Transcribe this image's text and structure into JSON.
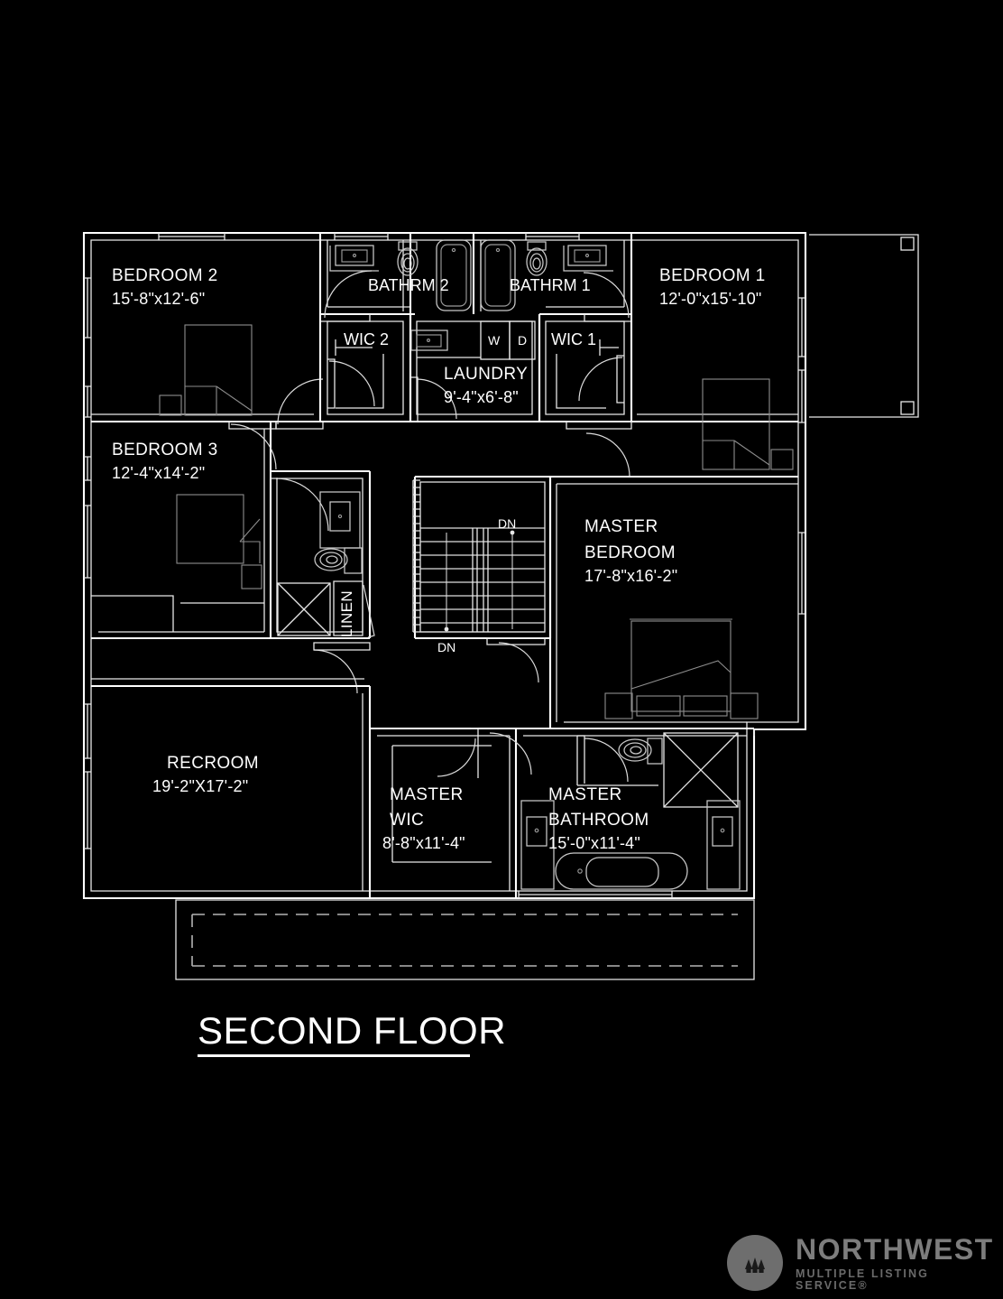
{
  "document": {
    "title": "SECOND FLOOR",
    "type": "architectural-floor-plan",
    "background_color": "#000000",
    "line_color": "#ffffff"
  },
  "rooms": [
    {
      "id": "bedroom2",
      "label": "BEDROOM  2",
      "dimensions": "15'-8\"x12'-6\""
    },
    {
      "id": "bedroom1",
      "label": "BEDROOM  1",
      "dimensions": "12'-0\"x15'-10\""
    },
    {
      "id": "bedroom3",
      "label": "BEDROOM  3",
      "dimensions": "12'-4\"x14'-2\""
    },
    {
      "id": "bathrm2",
      "label": "BATHRM  2",
      "dimensions": ""
    },
    {
      "id": "bathrm1",
      "label": "BATHRM  1",
      "dimensions": ""
    },
    {
      "id": "wic2",
      "label": "WIC 2",
      "dimensions": ""
    },
    {
      "id": "wic1",
      "label": "WIC 1",
      "dimensions": ""
    },
    {
      "id": "laundry",
      "label": "LAUNDRY",
      "dimensions": "9'-4\"x6'-8\""
    },
    {
      "id": "master-bedroom",
      "label": "MASTER BEDROOM",
      "dimensions": "17'-8\"x16'-2\""
    },
    {
      "id": "recroom",
      "label": "RECROOM",
      "dimensions": "19'-2\"X17'-2\""
    },
    {
      "id": "master-wic",
      "label": "MASTER WIC",
      "dimensions": "8'-8\"x11'-4\""
    },
    {
      "id": "master-bathroom",
      "label": "MASTER BATHROOM",
      "dimensions": "15'-0\"x11'-4\""
    },
    {
      "id": "linen",
      "label": "LINEN",
      "dimensions": ""
    }
  ],
  "labels": {
    "bedroom2_name": "BEDROOM  2",
    "bedroom2_dim": "15'-8\"x12'-6\"",
    "bedroom1_name": "BEDROOM  1",
    "bedroom1_dim": "12'-0\"x15'-10\"",
    "bedroom3_name": "BEDROOM  3",
    "bedroom3_dim": "12'-4\"x14'-2\"",
    "bathrm2": "BATHRM  2",
    "bathrm1": "BATHRM  1",
    "wic2": "WIC 2",
    "wic1": "WIC 1",
    "laundry_name": "LAUNDRY",
    "laundry_dim": "9'-4\"x6'-8\"",
    "washer": "W",
    "dryer": "D",
    "master_bedroom_line1": "MASTER",
    "master_bedroom_line2": "BEDROOM",
    "master_bedroom_dim": "17'-8\"x16'-2\"",
    "recroom_name": "RECROOM",
    "recroom_dim": "19'-2\"X17'-2\"",
    "master_wic_line1": "MASTER",
    "master_wic_line2": "WIC",
    "master_wic_dim": "8'-8\"x11'-4\"",
    "master_bath_line1": "MASTER",
    "master_bath_line2": "BATHROOM",
    "master_bath_dim": "15'-0\"x11'-4\"",
    "linen": "LINEN",
    "stair_dn_upper": "DN",
    "stair_dn_lower": "DN"
  },
  "title_block": {
    "text": "SECOND FLOOR"
  },
  "brand": {
    "name": "NORTHWEST",
    "subtitle": "MULTIPLE LISTING SERVICE®",
    "mark_icon": "three-trees-icon",
    "mark_color": "#6e6e6e",
    "text_color": "#7d7d7d"
  }
}
